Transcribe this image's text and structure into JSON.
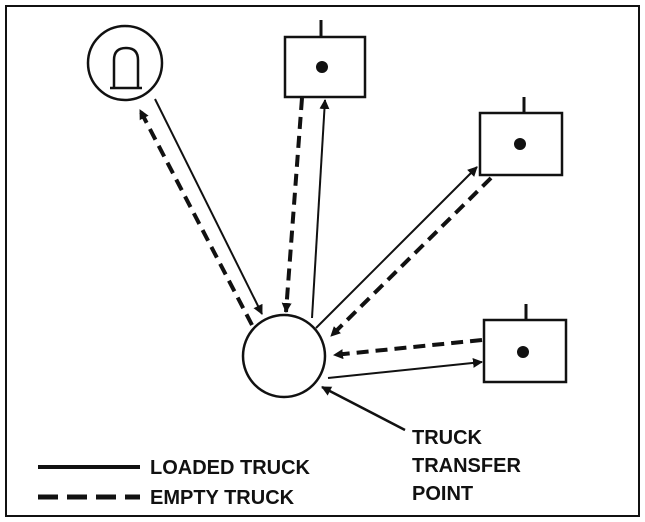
{
  "legend": {
    "loaded": "LOADED TRUCK",
    "empty": "EMPTY TRUCK"
  },
  "transfer_point_label": [
    "TRUCK",
    "TRANSFER",
    "POINT"
  ],
  "nodes": {
    "tunnel": "tunnel-icon",
    "transfer_point": "circle",
    "trucks": [
      "truck-icon",
      "truck-icon",
      "truck-icon"
    ]
  },
  "colors": {
    "line": "#111111",
    "background": "#ffffff"
  }
}
